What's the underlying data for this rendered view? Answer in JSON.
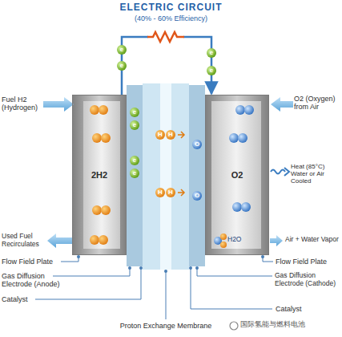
{
  "diagram": {
    "title": "ELECTRIC CIRCUIT",
    "nodes": [
      {
        "text": [
          "2H2"
        ]
      },
      {
        "text": [
          "O2"
        ]
      }
    ],
    "edges": [
      {
        "from": 0,
        "to": 1,
        "arrow": "to"
      }
    ],
    "labels": [
      "(40% - 60% Efficiency)",
      "Fuel H2 (Hydrogen)",
      "O2 (Oxygen) from Air",
      "Heat (85°C) Water or Air Cooled",
      "Used Fuel Recirculates",
      "Air + Water Vapor",
      "Flow Field Plate",
      "Gas Diffusion Electrode (Anode)",
      "Catalyst",
      "Proton Exchange Membrane",
      "Flow Field Plate",
      "Gas Diffusion Electrode (Cathode)",
      "Catalyst",
      "H2O",
      "国际氢能与燃料电池",
      "e",
      "e",
      "e",
      "e",
      "e",
      "e",
      "e",
      "e",
      "H",
      "H",
      "H",
      "H",
      "O",
      "O"
    ]
  }
}
